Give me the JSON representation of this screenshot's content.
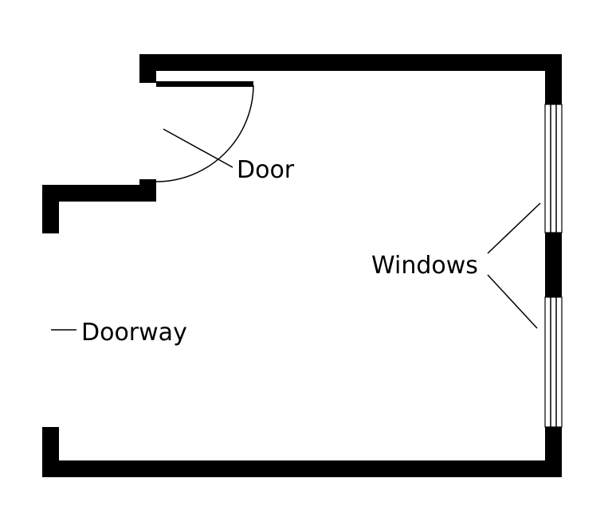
{
  "labels": {
    "door": "Door",
    "windows": "Windows",
    "doorway": "Doorway"
  },
  "colors": {
    "wall": "#000000",
    "background": "#ffffff"
  }
}
